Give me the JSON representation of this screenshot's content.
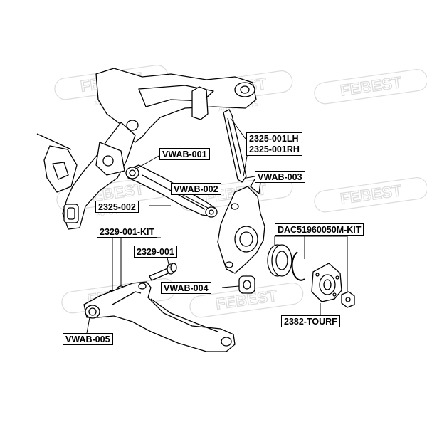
{
  "watermark": {
    "brand": "FEBEST",
    "tagline": "AUTO PARTS",
    "color": "#d9d9d9"
  },
  "labels": {
    "p2325_001lh": "2325-001LH",
    "p2325_001rh": "2325-001RH",
    "vwab_001": "VWAB-001",
    "vwab_003": "VWAB-003",
    "vwab_002": "VWAB-002",
    "p2325_002": "2325-002",
    "p2329_001_kit": "2329-001-KIT",
    "p2329_001": "2329-001",
    "dac_kit": "DAC51960050M-KIT",
    "vwab_004": "VWAB-004",
    "p2382_tourf": "2382-TOURF",
    "vwab_005": "VWAB-005"
  },
  "colors": {
    "line": "#000000",
    "part_fill": "#ffffff",
    "background": "#ffffff"
  }
}
